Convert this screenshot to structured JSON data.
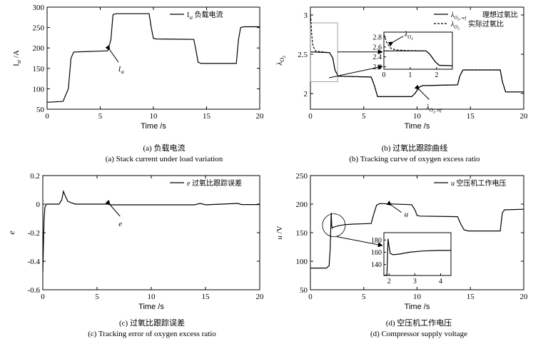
{
  "chart_data": [
    {
      "type": "line",
      "xlabel": "Time /s",
      "ylabel": "I_st /A",
      "xlim": [
        0,
        20
      ],
      "ylim": [
        50,
        300
      ],
      "xticks": [
        0,
        5,
        10,
        15,
        20
      ],
      "yticks": [
        50,
        100,
        150,
        200,
        250,
        300
      ],
      "legend": {
        "position": "top-right",
        "entries": [
          {
            "name": "I_st 负载电流",
            "style": "solid"
          }
        ]
      },
      "annotations": [
        {
          "text": "I_st",
          "at": [
            5.9,
            195
          ]
        }
      ],
      "series": [
        {
          "name": "I_st 负载电流",
          "x": [
            0,
            1.5,
            2.0,
            2.25,
            2.5,
            5.7,
            6.0,
            6.2,
            6.5,
            9.6,
            9.8,
            10.0,
            10.3,
            13.8,
            14.0,
            14.2,
            14.5,
            17.8,
            18.0,
            18.2,
            18.5,
            20
          ],
          "y": [
            67,
            69,
            100,
            175,
            190,
            193,
            220,
            282,
            284,
            284,
            250,
            223,
            222,
            221,
            195,
            165,
            162,
            162,
            220,
            250,
            252,
            252
          ]
        }
      ],
      "title_label": "(a) 负载电流",
      "title_label_en": "(a) Stack current under load variation"
    },
    {
      "type": "line",
      "xlabel": "Time /s",
      "ylabel": "λ_O2",
      "xlim": [
        0,
        20
      ],
      "ylim": [
        1.8,
        3.1
      ],
      "xticks": [
        0,
        5,
        10,
        15,
        20
      ],
      "yticks": [
        2,
        2.5,
        3
      ],
      "legend": {
        "position": "top-right",
        "entries": [
          {
            "name": "λ_O2,ref 理想过氧比",
            "style": "solid"
          },
          {
            "name": "λ_O2 实际过氧比",
            "style": "dashed"
          }
        ]
      },
      "annotations": [
        {
          "text": "λ_O2,ref",
          "at": [
            10.2,
            2.05
          ]
        }
      ],
      "series": [
        {
          "name": "λ_O2,ref 理想过氧比",
          "x": [
            0,
            1.8,
            2.1,
            2.3,
            2.6,
            5.7,
            6.0,
            6.3,
            9.5,
            9.8,
            10.2,
            10.5,
            13.8,
            14.0,
            14.3,
            17.8,
            18.0,
            18.3,
            20
          ],
          "y": [
            2.53,
            2.52,
            2.45,
            2.3,
            2.22,
            2.21,
            2.1,
            1.96,
            1.96,
            2.0,
            2.08,
            2.1,
            2.11,
            2.22,
            2.3,
            2.3,
            2.15,
            2.02,
            2.02
          ]
        },
        {
          "name": "λ_O2 实际过氧比",
          "x": [
            0,
            0.05,
            0.12,
            0.25,
            0.5,
            1.8,
            2.1,
            2.3,
            2.6,
            5.7,
            6.0,
            6.3,
            9.5,
            9.8,
            10.2,
            10.5,
            13.8,
            14.0,
            14.3,
            17.8,
            18.0,
            18.3,
            20
          ],
          "y": [
            3.0,
            2.95,
            2.75,
            2.6,
            2.54,
            2.52,
            2.45,
            2.3,
            2.22,
            2.21,
            2.1,
            1.96,
            1.96,
            2.0,
            2.08,
            2.1,
            2.11,
            2.22,
            2.3,
            2.3,
            2.15,
            2.02,
            2.02
          ]
        }
      ],
      "inset": {
        "xlim": [
          0,
          2.6
        ],
        "ylim": [
          2.15,
          2.9
        ],
        "xticks": [
          0,
          1,
          2
        ],
        "yticks": [
          2.2,
          2.4,
          2.6,
          2.8
        ],
        "annotation": "λ_O2",
        "series": [
          {
            "name": "ref",
            "x": [
              0,
              1.6,
              1.75,
              1.95,
              2.1,
              2.6
            ],
            "y": [
              2.52,
              2.52,
              2.45,
              2.3,
              2.23,
              2.22
            ]
          },
          {
            "name": "actual",
            "x": [
              0,
              0.05,
              0.12,
              0.25,
              0.45,
              0.8,
              1.6,
              1.75,
              1.95,
              2.1,
              2.6
            ],
            "y": [
              2.85,
              2.78,
              2.68,
              2.58,
              2.54,
              2.53,
              2.52,
              2.45,
              2.3,
              2.23,
              2.22
            ]
          }
        ]
      },
      "title_label": "(b) 过氧比跟踪曲线",
      "title_label_en": "(b) Tracking curve of oxygen excess ratio"
    },
    {
      "type": "line",
      "xlabel": "Time /s",
      "ylabel": "e",
      "xlim": [
        0,
        20
      ],
      "ylim": [
        -0.6,
        0.2
      ],
      "xticks": [
        0,
        5,
        10,
        15,
        20
      ],
      "yticks": [
        -0.6,
        -0.4,
        -0.2,
        0,
        0.2
      ],
      "legend": {
        "position": "top-right",
        "entries": [
          {
            "name": "e 过氧比跟踪误差",
            "style": "solid"
          }
        ]
      },
      "annotations": [
        {
          "text": "e",
          "at": [
            6.2,
            -0.005
          ]
        }
      ],
      "series": [
        {
          "name": "e 过氧比跟踪误差",
          "x": [
            0,
            0.05,
            0.12,
            0.2,
            0.35,
            0.6,
            1.5,
            1.75,
            1.9,
            2.05,
            2.3,
            2.6,
            3.0,
            6.0,
            6.3,
            14.0,
            14.5,
            15.0,
            18.0,
            18.3,
            20
          ],
          "y": [
            -0.48,
            -0.3,
            -0.1,
            -0.02,
            0.0,
            0.0,
            0.0,
            0.03,
            0.09,
            0.06,
            0.02,
            0.01,
            0.0,
            0.0,
            -0.005,
            -0.005,
            0.005,
            -0.005,
            0.005,
            -0.003,
            -0.003
          ]
        }
      ],
      "title_label": "(c) 过氧比跟踪误差",
      "title_label_en": "(c) Tracking error of oxygen excess ratio"
    },
    {
      "type": "line",
      "xlabel": "Time /s",
      "ylabel": "u /V",
      "xlim": [
        0,
        20
      ],
      "ylim": [
        50,
        250
      ],
      "xticks": [
        0,
        5,
        10,
        15,
        20
      ],
      "yticks": [
        50,
        100,
        150,
        200,
        250
      ],
      "legend": {
        "position": "top-right",
        "entries": [
          {
            "name": "u 空压机工作电压",
            "style": "solid"
          }
        ]
      },
      "annotations": [
        {
          "text": "u",
          "at": [
            8.6,
            187
          ]
        }
      ],
      "series": [
        {
          "name": "u 空压机工作电压",
          "x": [
            0,
            1.5,
            1.75,
            1.85,
            1.95,
            2.0,
            2.05,
            2.2,
            2.6,
            3.2,
            4.0,
            5.7,
            5.9,
            6.2,
            6.5,
            9.5,
            9.8,
            10.0,
            10.3,
            13.8,
            14.1,
            14.4,
            14.8,
            17.8,
            17.9,
            18.0,
            18.2,
            20
          ],
          "y": [
            88,
            88,
            92,
            120,
            185,
            162,
            158,
            160,
            162,
            164,
            165,
            166,
            180,
            198,
            201,
            199,
            190,
            180,
            179,
            178,
            165,
            155,
            153,
            153,
            170,
            185,
            190,
            191
          ]
        }
      ],
      "inset": {
        "xlim": [
          1.8,
          4.4
        ],
        "ylim": [
          122,
          192
        ],
        "xticks": [
          2,
          3,
          4
        ],
        "yticks": [
          140,
          160,
          180
        ],
        "series": [
          {
            "name": "u",
            "x": [
              1.8,
              1.92,
              1.96,
              2.0,
              2.05,
              2.15,
              2.4,
              2.8,
              3.3,
              3.9,
              4.4
            ],
            "y": [
              122,
              123,
              182,
              170,
              158,
              156,
              157,
              160,
              162,
              163,
              163
            ]
          }
        ]
      },
      "title_label": "(d) 空压机工作电压",
      "title_label_en": "(d) Compressor supply voltage"
    }
  ],
  "colors": {
    "line": "#000000",
    "background": "#ffffff"
  }
}
